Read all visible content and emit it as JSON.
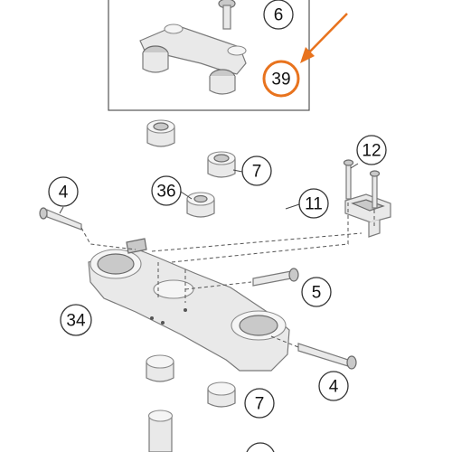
{
  "callouts": [
    {
      "id": "c6",
      "label": "6"
    },
    {
      "id": "c39",
      "label": "39"
    },
    {
      "id": "c12",
      "label": "12"
    },
    {
      "id": "c7a",
      "label": "7"
    },
    {
      "id": "c36",
      "label": "36"
    },
    {
      "id": "c4a",
      "label": "4"
    },
    {
      "id": "c11",
      "label": "11"
    },
    {
      "id": "c5",
      "label": "5"
    },
    {
      "id": "c34",
      "label": "34"
    },
    {
      "id": "c4b",
      "label": "4"
    },
    {
      "id": "c7b",
      "label": "7"
    },
    {
      "id": "c_partial",
      "label": ""
    }
  ],
  "colors": {
    "highlight": "#e8731e",
    "outline": "#333333",
    "part_fill": "#e9e9e9"
  }
}
